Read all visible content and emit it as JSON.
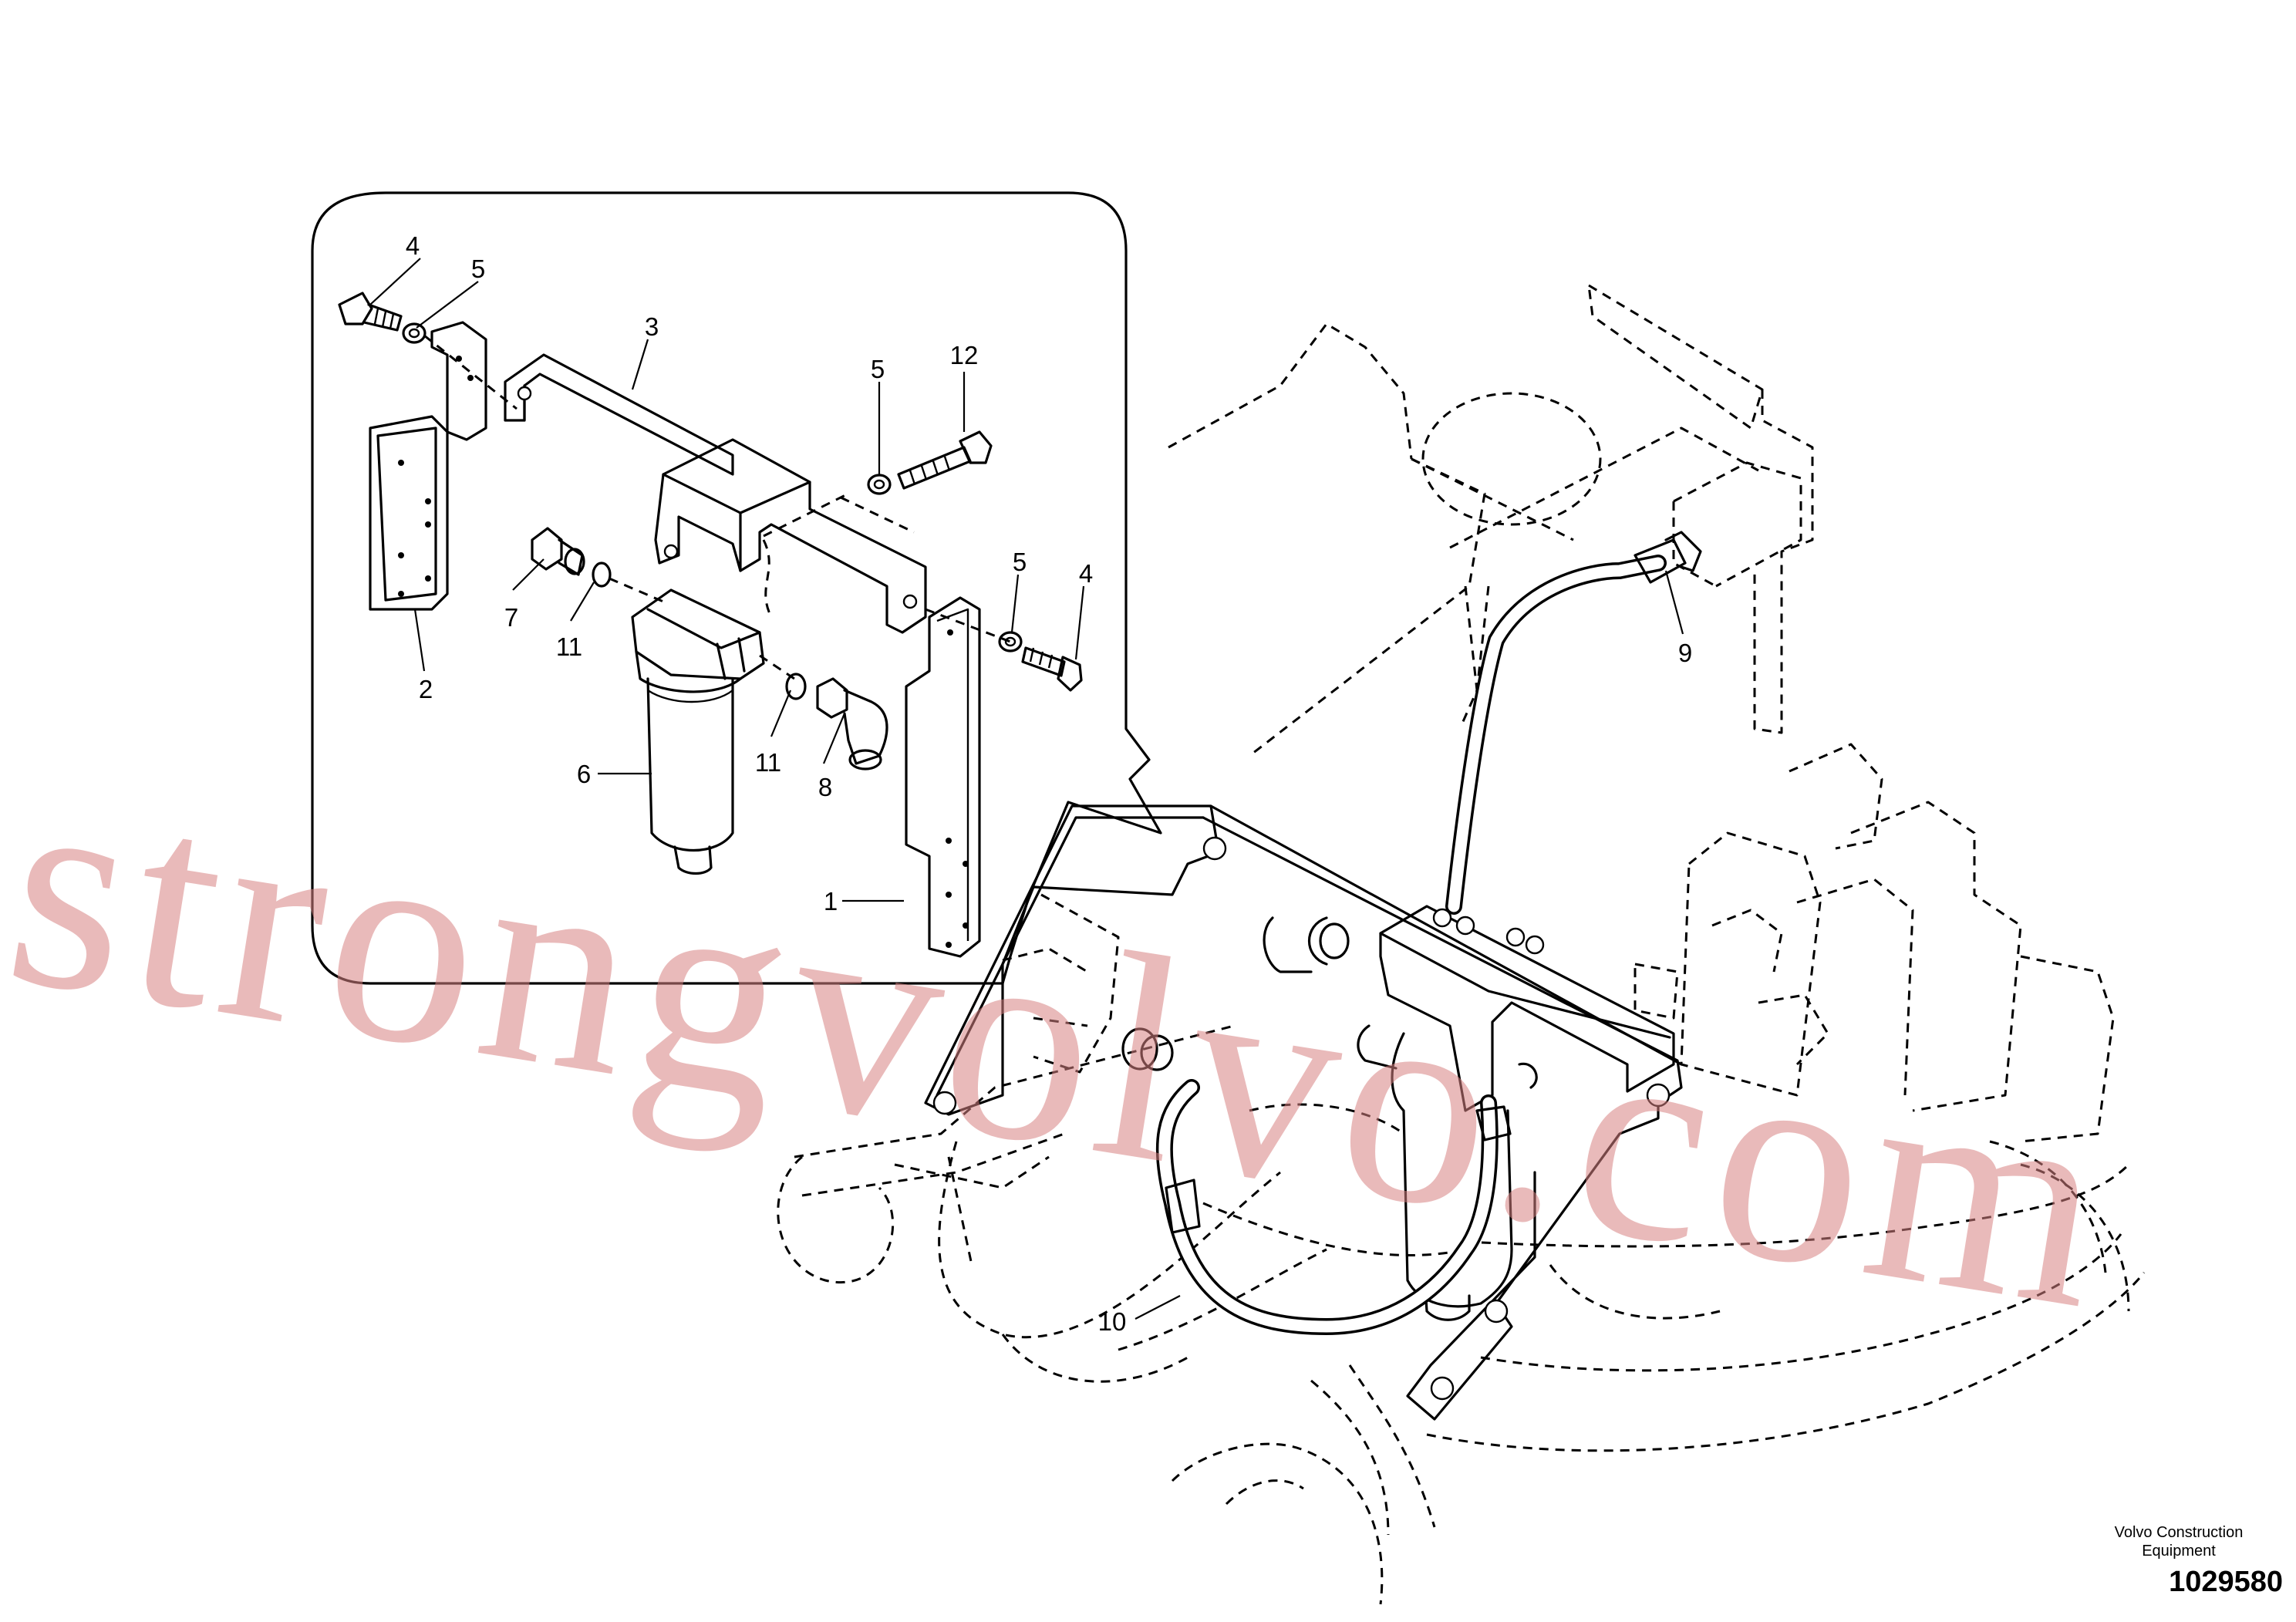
{
  "diagram": {
    "callouts": [
      {
        "label": "4",
        "part": "bolt-upper-left"
      },
      {
        "label": "5",
        "part": "washer-upper-left"
      },
      {
        "label": "3",
        "part": "bracket-main"
      },
      {
        "label": "5",
        "part": "washer-upper-right"
      },
      {
        "label": "12",
        "part": "bolt-upper-right"
      },
      {
        "label": "7",
        "part": "nipple"
      },
      {
        "label": "11",
        "part": "o-ring-left"
      },
      {
        "label": "5",
        "part": "washer-lower-right"
      },
      {
        "label": "4",
        "part": "bolt-lower-right"
      },
      {
        "label": "2",
        "part": "bracket-left"
      },
      {
        "label": "6",
        "part": "filter"
      },
      {
        "label": "11",
        "part": "o-ring-right"
      },
      {
        "label": "8",
        "part": "elbow"
      },
      {
        "label": "1",
        "part": "plate"
      },
      {
        "label": "9",
        "part": "hose-upper"
      },
      {
        "label": "10",
        "part": "hose-lower"
      }
    ]
  },
  "watermark": "strongvolvo.com",
  "brand_line1": "Volvo Construction",
  "brand_line2": "Equipment",
  "doc_number": "1029580"
}
